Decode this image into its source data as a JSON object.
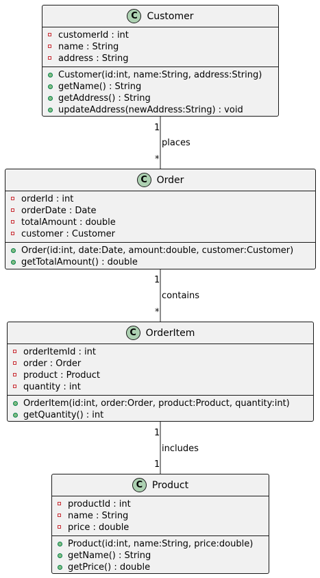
{
  "classes": [
    {
      "name": "Customer",
      "icon": "C",
      "attributes": [
        "customerId : int",
        "name : String",
        "address : String"
      ],
      "methods": [
        "Customer(id:int, name:String, address:String)",
        "getName() : String",
        "getAddress() : String",
        "updateAddress(newAddress:String) : void"
      ]
    },
    {
      "name": "Order",
      "icon": "C",
      "attributes": [
        "orderId : int",
        "orderDate : Date",
        "totalAmount : double",
        "customer : Customer"
      ],
      "methods": [
        "Order(id:int, date:Date, amount:double, customer:Customer)",
        "getTotalAmount() : double"
      ]
    },
    {
      "name": "OrderItem",
      "icon": "C",
      "attributes": [
        "orderItemId : int",
        "order : Order",
        "product : Product",
        "quantity : int"
      ],
      "methods": [
        "OrderItem(id:int, order:Order, product:Product, quantity:int)",
        "getQuantity() : int"
      ]
    },
    {
      "name": "Product",
      "icon": "C",
      "attributes": [
        "productId : int",
        "name : String",
        "price : double"
      ],
      "methods": [
        "Product(id:int, name:String, price:double)",
        "getName() : String",
        "getPrice() : double"
      ]
    }
  ],
  "relations": [
    {
      "label": "places",
      "from_mult": "1",
      "to_mult": "*"
    },
    {
      "label": "contains",
      "from_mult": "1",
      "to_mult": "*"
    },
    {
      "label": "includes",
      "from_mult": "1",
      "to_mult": "1"
    }
  ],
  "colors": {
    "class_fill": "#f1f1f1",
    "border": "#181818",
    "class_icon": "#add1b2",
    "private_marker": "#c82930",
    "public_marker": "#84be84"
  }
}
